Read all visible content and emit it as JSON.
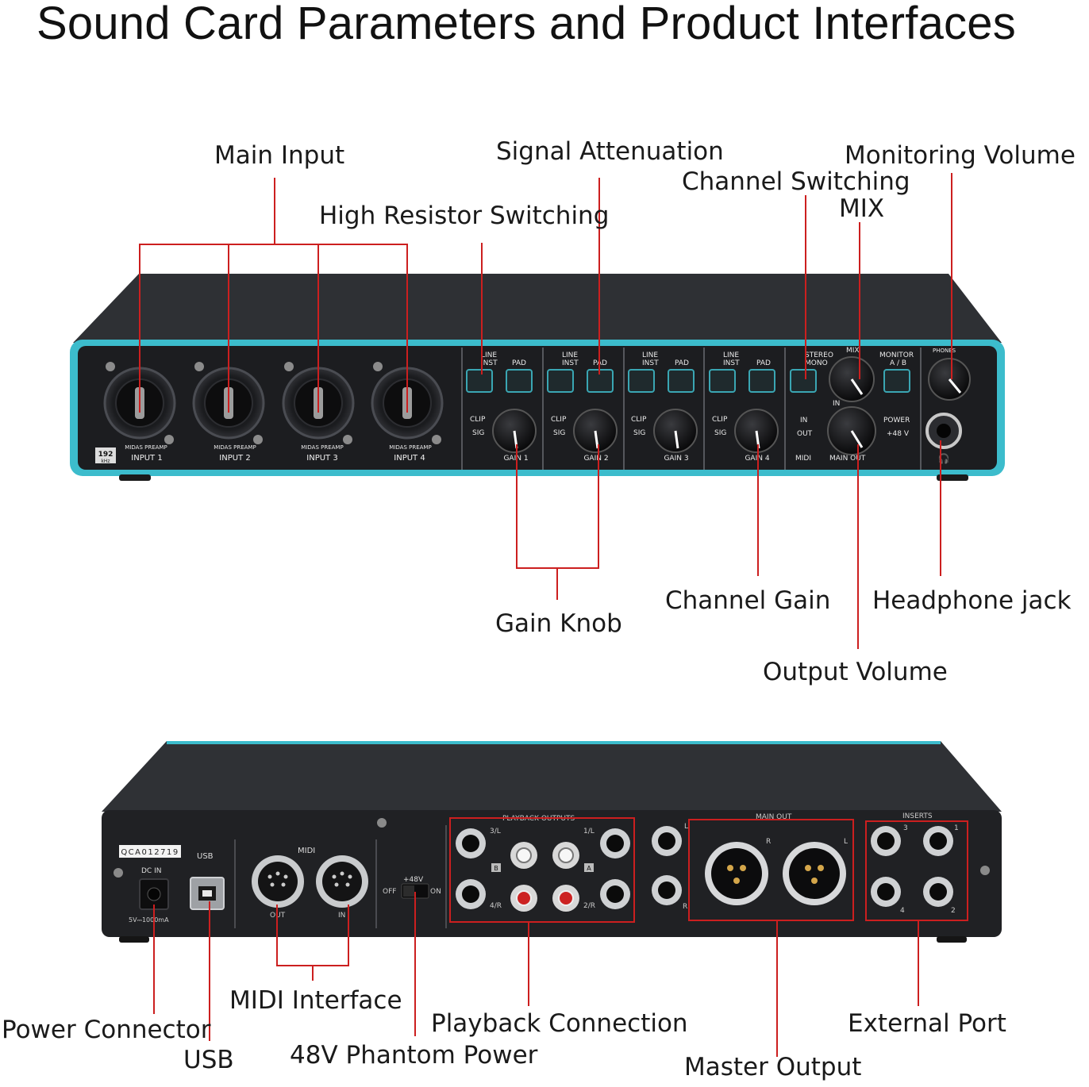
{
  "title": "Sound Card Parameters and Product Interfaces",
  "front_callouts": {
    "main_input": "Main Input",
    "high_resistor_switching": "High Resistor Switching",
    "signal_attenuation": "Signal Attenuation",
    "channel_switching": "Channel Switching",
    "mix": "MIX",
    "monitoring_volume": "Monitoring Volume",
    "gain_knob": "Gain Knob",
    "channel_gain": "Channel Gain",
    "headphone_jack": "Headphone jack",
    "output_volume": "Output Volume"
  },
  "rear_callouts": {
    "power_connector": "Power Connector",
    "usb": "USB",
    "midi_interface": "MIDI Interface",
    "phantom_power": "48V Phantom Power",
    "playback_connection": "Playback Connection",
    "master_output": "Master Output",
    "external_port": "External Port"
  },
  "front_panel": {
    "badge_top": "192",
    "badge_bottom": "kHz",
    "preamp": "MIDAS PREAMP",
    "inputs": [
      "INPUT 1",
      "INPUT 2",
      "INPUT 3",
      "INPUT 4"
    ],
    "line": "LINE",
    "inst": "INST",
    "pad": "PAD",
    "clip": "CLIP",
    "sig": "SIG",
    "gains": [
      "GAIN 1",
      "GAIN 2",
      "GAIN 3",
      "GAIN 4"
    ],
    "stereo": "STEREO",
    "mono": "MONO",
    "mix": "MIX",
    "in": "IN",
    "out": "OUT",
    "midi": "MIDI",
    "main_out": "MAIN OUT",
    "monitor": "MONITOR",
    "ab": "A / B",
    "power": "POWER",
    "plus48v": "+48 V",
    "phones": "PHONES"
  },
  "rear_panel": {
    "serial": "QCA012719",
    "dc_in": "DC IN",
    "power_rating": "5V⎓1000mA",
    "usb": "USB",
    "midi": "MIDI",
    "midi_out": "OUT",
    "midi_in": "IN",
    "v48": "+48V",
    "off": "OFF",
    "on": "ON",
    "playback_outputs": "PLAYBACK OUTPUTS",
    "ch_3l": "3/L",
    "ch_1l": "1/L",
    "ch_4r": "4/R",
    "ch_2r": "2/R",
    "b": "B",
    "a": "A",
    "main_out": "MAIN OUT",
    "r": "R",
    "l": "L",
    "inserts": "INSERTS",
    "n1": "1",
    "n2": "2",
    "n3": "3",
    "n4": "4"
  },
  "colors": {
    "callout_line": "#cc1f1f",
    "device_body": "#2b2d31",
    "device_face": "#1b1c1f",
    "trim": "#37b9c9",
    "button": "#3aa6b3"
  }
}
